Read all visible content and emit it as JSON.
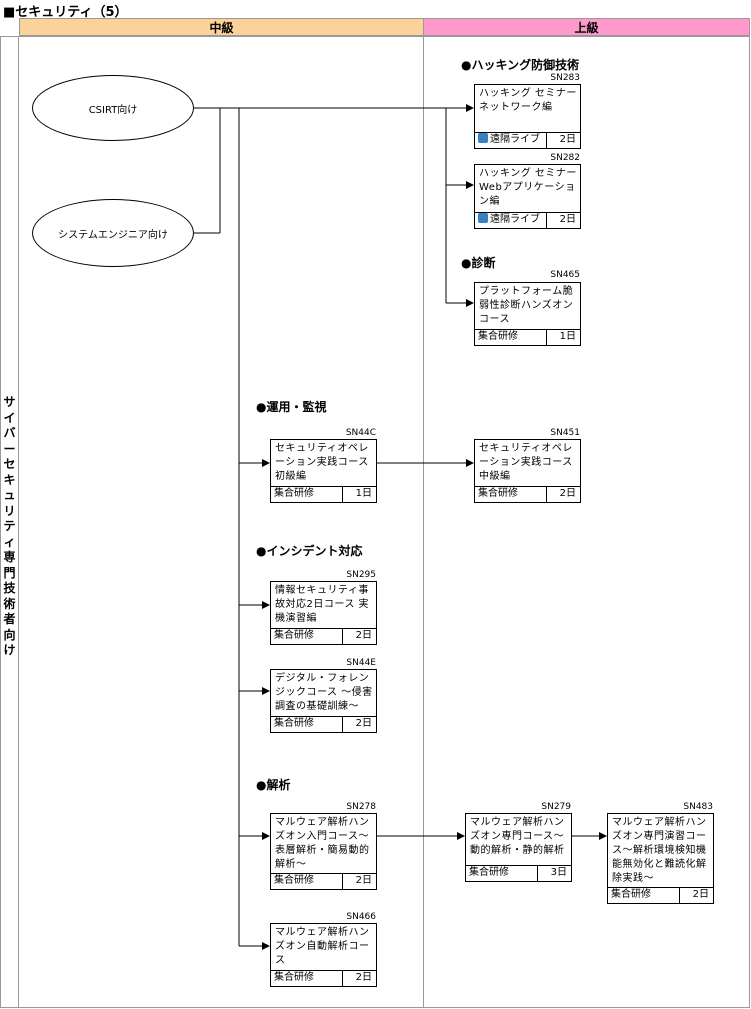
{
  "page_title": "■セキュリティ（5）",
  "colors": {
    "mid_header": "#fbd29a",
    "adv_header": "#ff99cc",
    "line": "#000000",
    "live_icon": "#3a7fc1"
  },
  "columns": {
    "mid": "中級",
    "adv": "上級"
  },
  "row_label": "サイバーセキュリティ専門技術者向け",
  "targets": {
    "csirt": "CSIRT向け",
    "system_engineer": "システムエンジニア向け"
  },
  "sections": {
    "hacking": "●ハッキング防御技術",
    "diagnosis": "●診断",
    "operation": "●運用・監視",
    "incident": "●インシデント対応",
    "analysis": "●解析"
  },
  "courses": {
    "sn283": {
      "code": "SN283",
      "name": "ハッキング セミナー ネットワーク編",
      "format": "遠隔ライブ",
      "days": "2日",
      "icon": "live-icon"
    },
    "sn282": {
      "code": "SN282",
      "name": "ハッキング セミナー Webアプリケーション編",
      "format": "遠隔ライブ",
      "days": "2日",
      "icon": "live-icon"
    },
    "sn465": {
      "code": "SN465",
      "name": "プラットフォーム脆弱性診断ハンズオンコース",
      "format": "集合研修",
      "days": "1日"
    },
    "sn44c": {
      "code": "SN44C",
      "name": "セキュリティオペレーション実践コース初級編",
      "format": "集合研修",
      "days": "1日"
    },
    "sn451": {
      "code": "SN451",
      "name": "セキュリティオペレーション実践コース中級編",
      "format": "集合研修",
      "days": "2日"
    },
    "sn295": {
      "code": "SN295",
      "name": "情報セキュリティ事故対応2日コース 実機演習編",
      "format": "集合研修",
      "days": "2日"
    },
    "sn44e": {
      "code": "SN44E",
      "name": "デジタル・フォレンジックコース ～侵害調査の基礎訓練～",
      "format": "集合研修",
      "days": "2日"
    },
    "sn278": {
      "code": "SN278",
      "name": "マルウェア解析ハンズオン入門コース～表層解析・簡易動的解析～",
      "format": "集合研修",
      "days": "2日"
    },
    "sn279": {
      "code": "SN279",
      "name": "マルウェア解析ハンズオン専門コース～動的解析・静的解析",
      "format": "集合研修",
      "days": "3日"
    },
    "sn483": {
      "code": "SN483",
      "name": "マルウェア解析ハンズオン専門演習コース～解析環境検知機能無効化と難読化解除実践～",
      "format": "集合研修",
      "days": "2日"
    },
    "sn466": {
      "code": "SN466",
      "name": "マルウェア解析ハンズオン自動解析コース",
      "format": "集合研修",
      "days": "2日"
    }
  }
}
